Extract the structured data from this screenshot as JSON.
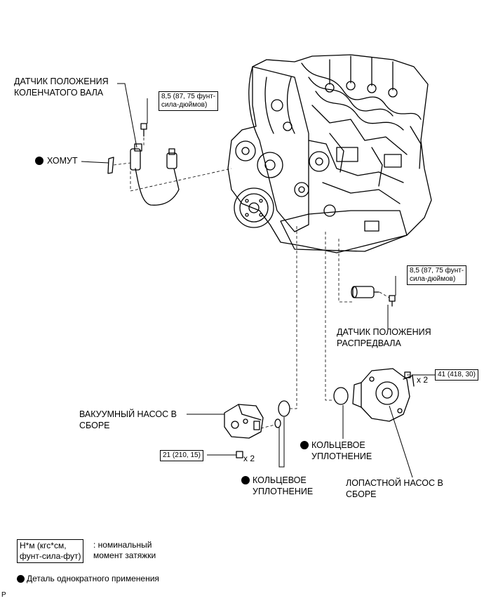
{
  "parts": {
    "crank_sensor": "ДАТЧИК ПОЛОЖЕНИЯ\nКОЛЕНЧАТОГО ВАЛА",
    "clamp": "ХОМУТ",
    "cam_sensor": "ДАТЧИК ПОЛОЖЕНИЯ\nРАСПРЕДВАЛА",
    "vacuum_pump": "ВАКУУМНЫЙ НАСОС В\nСБОРЕ",
    "o_ring_1": "КОЛЬЦЕВОЕ\nУПЛОТНЕНИЕ",
    "o_ring_2": "КОЛЬЦЕВОЕ\nУПЛОТНЕНИЕ",
    "vane_pump": "ЛОПАСТНОЙ НАСОС В\nСБОРЕ"
  },
  "torques": {
    "crank_sensor_bolt": "8,5 (87, 75 фунт-\nсила-дюймов)",
    "cam_sensor_bolt": "8,5 (87, 75 фунт-\nсила-дюймов)",
    "vane_pump_nut": "41 (418, 30)",
    "vacuum_pump_bolt": "21 (210, 15)"
  },
  "multipliers": {
    "vane_pump": "x 2",
    "vacuum_pump": "x 2"
  },
  "legend": {
    "torque_units": "Н*м (кгс*см,\nфунт-сила-фут)",
    "torque_desc": ": номинальный\nмомент затяжки",
    "non_reusable": "Деталь однократного применения"
  },
  "corner_mark": "P"
}
